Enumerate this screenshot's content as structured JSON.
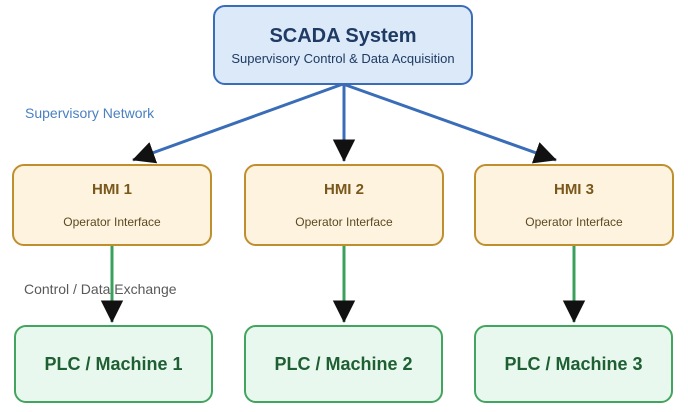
{
  "diagram": {
    "scada": {
      "title": "SCADA System",
      "subtitle": "Supervisory Control & Data Acquisition"
    },
    "edge_labels": {
      "supervisory_network": "Supervisory Network",
      "control_data_exchange": "Control / Data Exchange"
    },
    "hmi_nodes": [
      {
        "title": "HMI 1",
        "subtitle": "Operator Interface"
      },
      {
        "title": "HMI 2",
        "subtitle": "Operator Interface"
      },
      {
        "title": "HMI 3",
        "subtitle": "Operator Interface"
      }
    ],
    "plc_nodes": [
      {
        "title": "PLC / Machine 1"
      },
      {
        "title": "PLC / Machine 2"
      },
      {
        "title": "PLC / Machine 3"
      }
    ],
    "colors": {
      "scada_fill": "#dbe9f8",
      "scada_border": "#3a6db8",
      "scada_text": "#1f3a63",
      "hmi_fill": "#fdf3df",
      "hmi_border": "#bf8f2e",
      "hmi_text": "#7a571b",
      "plc_fill": "#e9f8ee",
      "plc_border": "#43a45f",
      "plc_text": "#1e5f33",
      "supervisory_line": "#3a6db8",
      "supervisory_label": "#4a7fc1",
      "control_line": "#3aa05c",
      "control_label": "#595959",
      "arrowhead": "#111111",
      "background": "#ffffff"
    }
  }
}
